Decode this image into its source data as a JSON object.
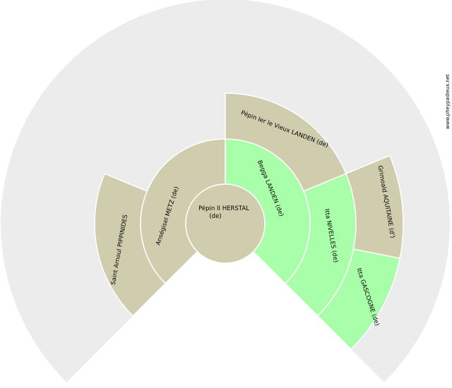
{
  "watermark": "www.pheypadieux.net",
  "colors": {
    "background_ring": "#ececec",
    "male": "#cfcdae",
    "female": "#a9fea9"
  },
  "root": {
    "line1": "Pépin II HERSTAL",
    "line2": "(de)"
  },
  "persons": [
    {
      "id": "father",
      "label": "Anségisel METZ (de)",
      "sex": "male"
    },
    {
      "id": "mother",
      "label": "Begga LANDEN (de)",
      "sex": "female"
    },
    {
      "id": "paternal-grandfather",
      "label": "Saint Arnoul PIPPINIDES",
      "sex": "male"
    },
    {
      "id": "maternal-grandfather",
      "label": "Pépin Ier le Vieux LANDEN (de)",
      "sex": "male"
    },
    {
      "id": "maternal-grandmother",
      "label": "Itta NIVELLES (de)",
      "sex": "female"
    },
    {
      "id": "ggf",
      "label": "Grimoald AQUITAINE (d')",
      "sex": "male"
    },
    {
      "id": "ggm",
      "label": "Itta GASCOGNE (de)",
      "sex": "female"
    }
  ]
}
